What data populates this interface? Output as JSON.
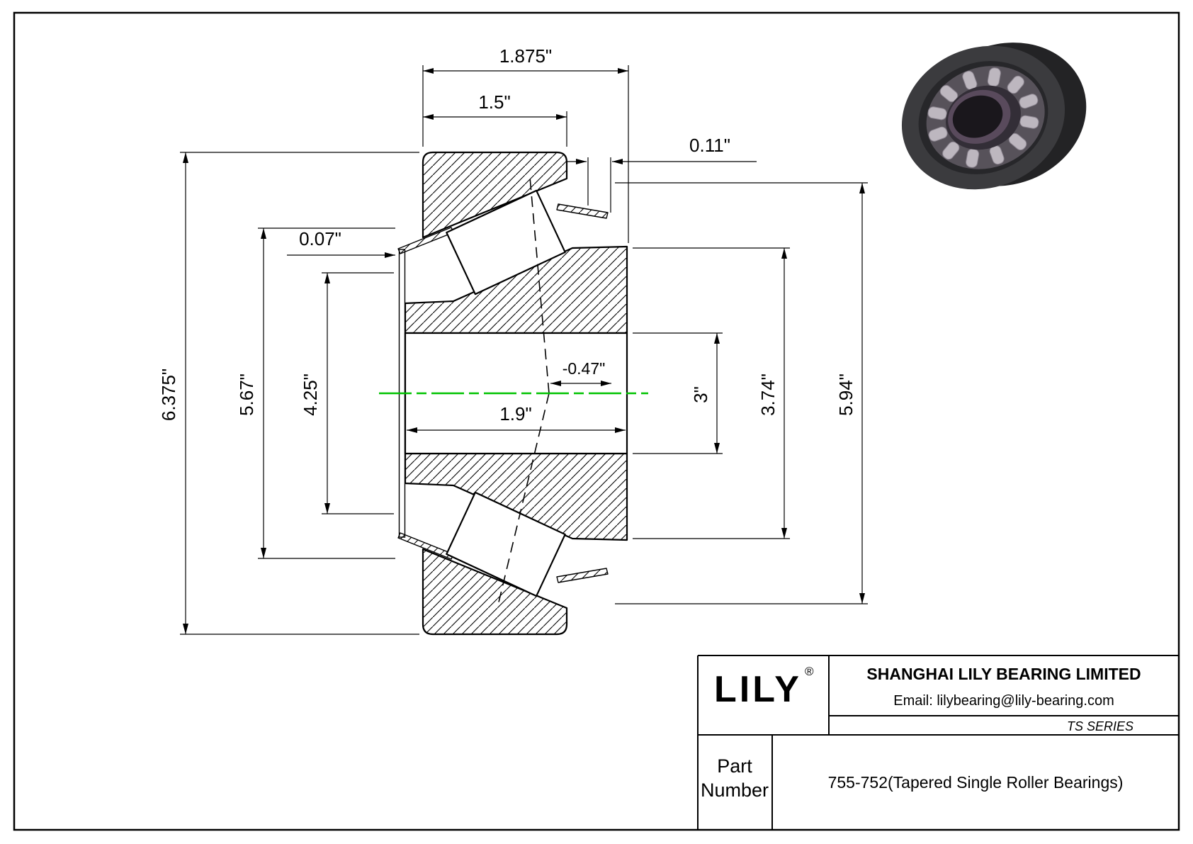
{
  "dims": {
    "d1875": "1.875\"",
    "d15": "1.5\"",
    "d011": "0.11\"",
    "d007": "0.07\"",
    "d6375": "6.375\"",
    "d567": "5.67\"",
    "d425": "4.25\"",
    "d19": "1.9\"",
    "dm047": "-0.47\"",
    "d3": "3\"",
    "d374": "3.74\"",
    "d594": "5.94\""
  },
  "title_block": {
    "logo": "LILY",
    "registered": "®",
    "company": "SHANGHAI LILY BEARING LIMITED",
    "email": "Email: lilybearing@lily-bearing.com",
    "series": "TS SERIES",
    "part_label_1": "Part",
    "part_label_2": "Number",
    "part_number": "755-752(Tapered Single Roller Bearings)"
  },
  "colors": {
    "centerline": "#00c300",
    "line": "#000000",
    "background": "#ffffff"
  }
}
